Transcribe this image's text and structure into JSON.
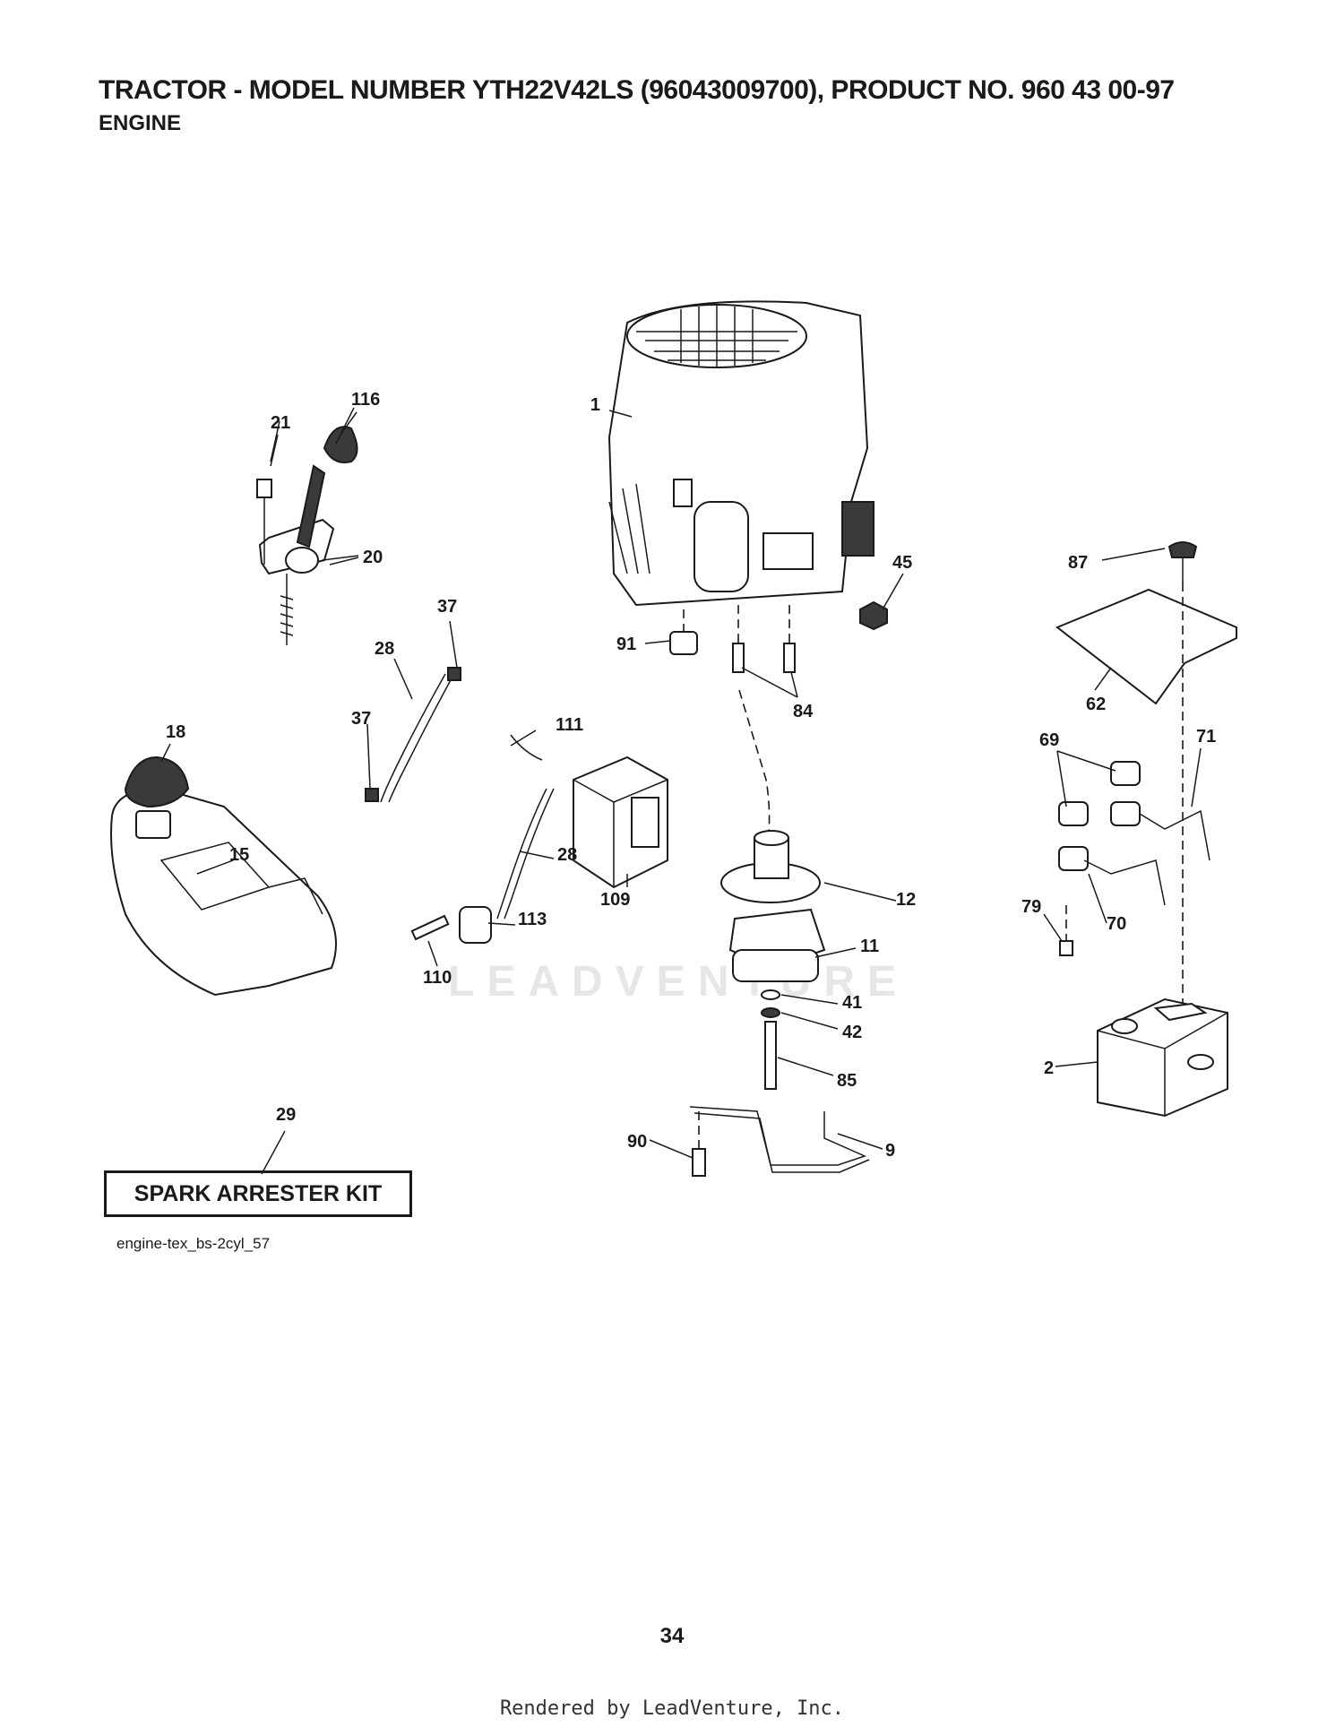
{
  "header": {
    "title": "TRACTOR - MODEL NUMBER YTH22V42LS (96043009700), PRODUCT NO. 960 43 00-97",
    "subtitle": "ENGINE"
  },
  "callouts": {
    "c1": "1",
    "c116": "116",
    "c21": "21",
    "c20": "20",
    "c45": "45",
    "c87": "87",
    "c37a": "37",
    "c28a": "28",
    "c91": "91",
    "c84": "84",
    "c62": "62",
    "c37b": "37",
    "c18": "18",
    "c111": "111",
    "c69": "69",
    "c71": "71",
    "c15": "15",
    "c28b": "28",
    "c12": "12",
    "c109": "109",
    "c79": "79",
    "c70": "70",
    "c113": "113",
    "c11": "11",
    "c110": "110",
    "c41": "41",
    "c42": "42",
    "c2": "2",
    "c85": "85",
    "c29": "29",
    "c90": "90",
    "c9": "9"
  },
  "kit_label": "SPARK ARRESTER KIT",
  "drawing_id": "engine-tex_bs-2cyl_57",
  "watermark": "LEADVENTURE",
  "page_number": "34",
  "footer": "Rendered by LeadVenture, Inc."
}
